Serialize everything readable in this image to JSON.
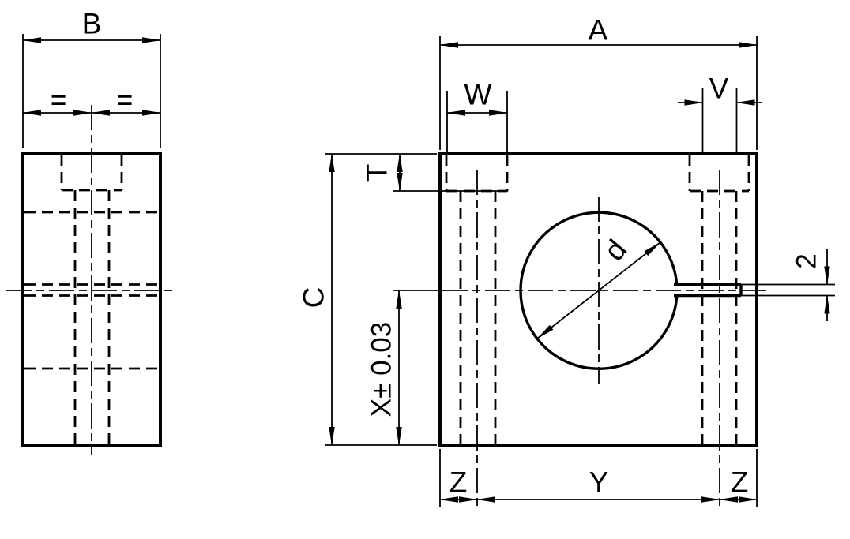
{
  "drawing": {
    "background_color": "#ffffff",
    "line_color": "#000000",
    "views": {
      "side_view": {
        "labels": {
          "b": "B",
          "equal_left": "=",
          "equal_right": "="
        }
      },
      "front_view": {
        "labels": {
          "a": "A",
          "w": "W",
          "v": "V",
          "t": "T",
          "c": "C",
          "x_tolerance": "X± 0.03",
          "bore_diameter": "d",
          "slot_width": "2",
          "z_left": "Z",
          "y": "Y",
          "z_right": "Z"
        }
      }
    }
  }
}
